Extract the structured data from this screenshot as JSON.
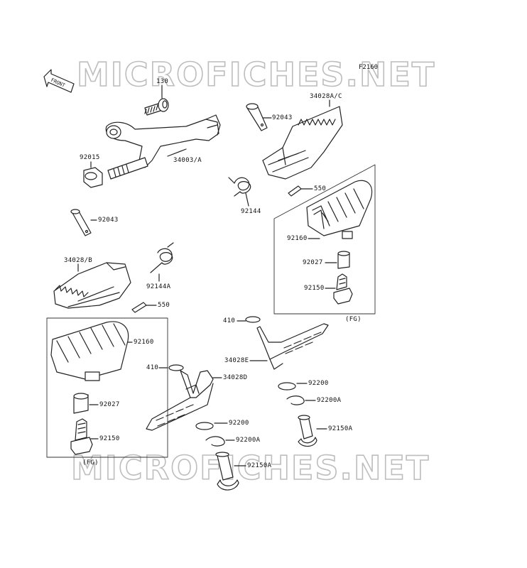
{
  "watermark": {
    "top": "MICROFICHES.NET",
    "bottom": "MICROFICHES.NET"
  },
  "figure_id": "F2160",
  "front_marker": "FRONT",
  "labels": {
    "l130": "130",
    "l92043a": "92043",
    "l34028ac": "34028A/C",
    "l92015": "92015",
    "l34003a": "34003/A",
    "l550a": "550",
    "l92144": "92144",
    "l92043b": "92043",
    "l92160a": "92160",
    "l34028b": "34028/B",
    "l92027a": "92027",
    "l92144a": "92144A",
    "l92150a": "92150",
    "l550b": "550",
    "lfg1": "(FG)",
    "l410a": "410",
    "l92160b": "92160",
    "l34028e": "34028E",
    "l410b": "410",
    "l34028d": "34028D",
    "l92200a": "92200",
    "l92027b": "92027",
    "l92200Aa": "92200A",
    "l92200b": "92200",
    "l92150b": "92150",
    "l92150Aa": "92150A",
    "l92200Ab": "92200A",
    "lfg2": "(FG)",
    "l92150Ab": "92150A"
  },
  "colors": {
    "line": "#222222",
    "fill": "#ffffff",
    "shade": "#cfcfcf",
    "watermark": "#bdbdbd"
  }
}
